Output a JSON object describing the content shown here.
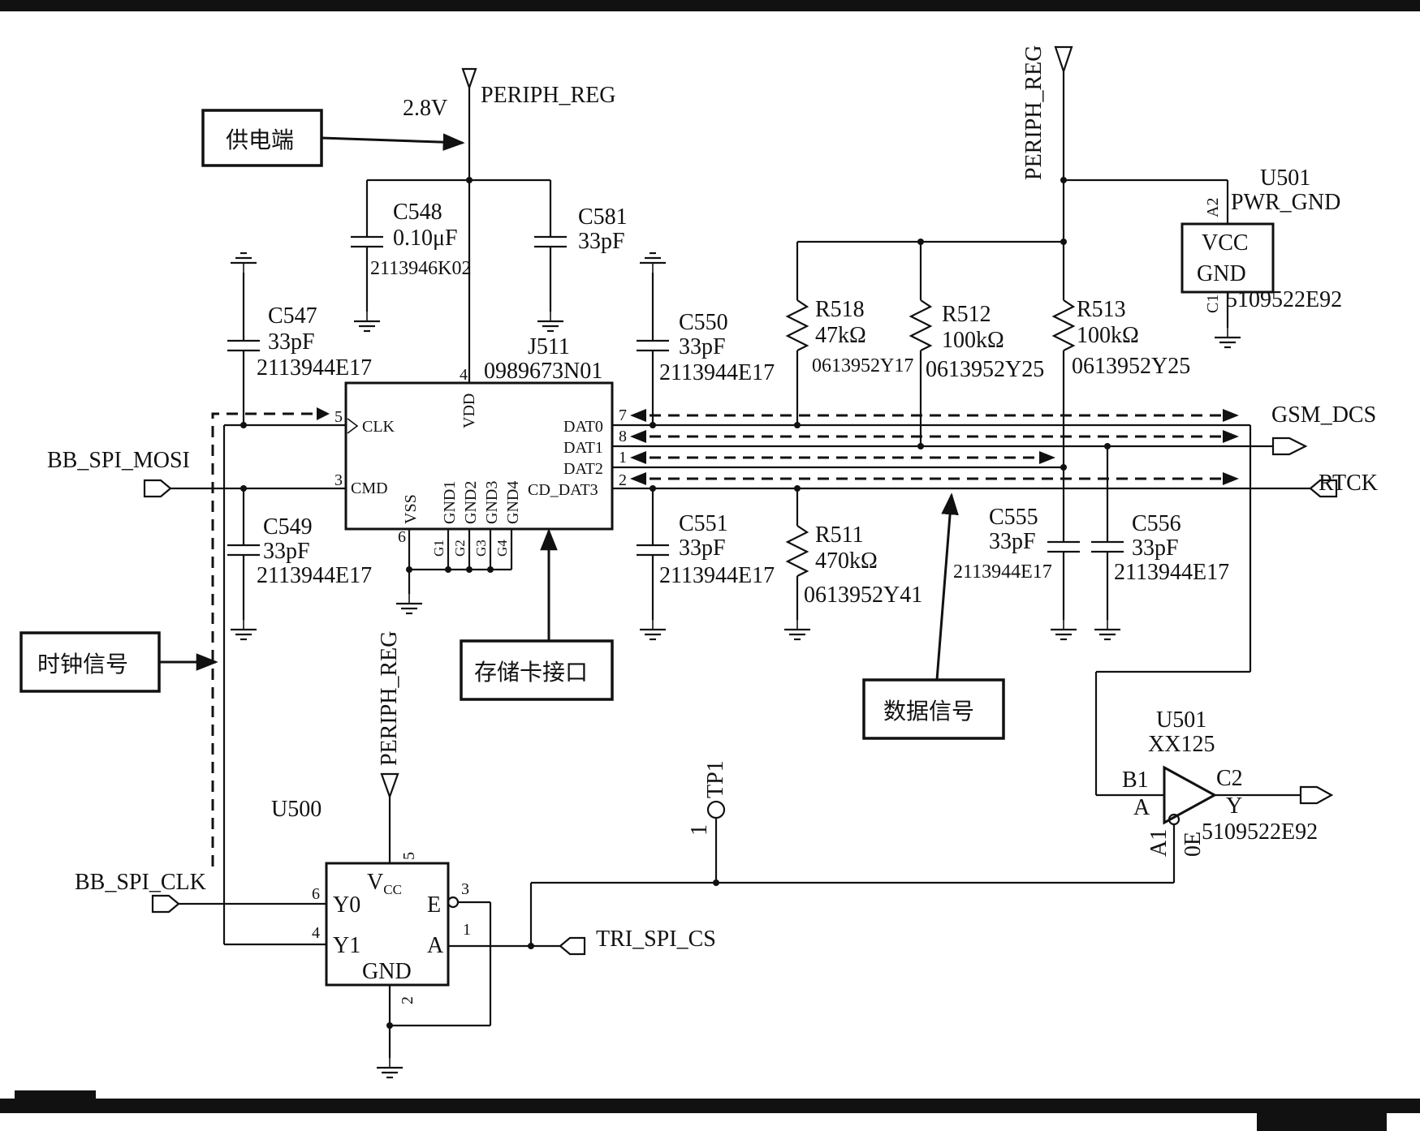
{
  "annotations": {
    "power": "供电端",
    "clock": "时钟信号",
    "card": "存储卡接口",
    "data": "数据信号"
  },
  "rails": {
    "periph_reg": "PERIPH_REG",
    "v28": "2.8V"
  },
  "j511": {
    "ref": "J511",
    "part": "0989673N01",
    "pins": {
      "clk": "CLK",
      "cmd": "CMD",
      "vdd": "VDD",
      "vss": "VSS",
      "gnd1": "GND1",
      "gnd2": "GND2",
      "gnd3": "GND3",
      "gnd4": "GND4",
      "dat0": "DAT0",
      "dat1": "DAT1",
      "dat2": "DAT2",
      "cd_dat3": "CD_DAT3",
      "g1": "G1",
      "g2": "G2",
      "g3": "G3",
      "g4": "G4"
    },
    "pin_numbers": {
      "clk": "5",
      "cmd": "3",
      "vdd": "4",
      "vss": "6",
      "dat0": "7",
      "dat1": "8",
      "dat2": "1",
      "cd_dat3": "2"
    }
  },
  "caps": {
    "c548": {
      "ref": "C548",
      "value": "0.10μF",
      "part": "2113946K02"
    },
    "c581": {
      "ref": "C581",
      "value": "33pF"
    },
    "c547": {
      "ref": "C547",
      "value": "33pF",
      "part": "2113944E17"
    },
    "c549": {
      "ref": "C549",
      "value": "33pF",
      "part": "2113944E17"
    },
    "c550": {
      "ref": "C550",
      "value": "33pF",
      "part": "2113944E17"
    },
    "c551": {
      "ref": "C551",
      "value": "33pF",
      "part": "2113944E17"
    },
    "c555": {
      "ref": "C555",
      "value": "33pF",
      "part": "2113944E17"
    },
    "c556": {
      "ref": "C556",
      "value": "33pF",
      "part": "2113944E17"
    }
  },
  "resistors": {
    "r518": {
      "ref": "R518",
      "value": "47kΩ",
      "part": "0613952Y17"
    },
    "r512": {
      "ref": "R512",
      "value": "100kΩ",
      "part": "0613952Y25"
    },
    "r513": {
      "ref": "R513",
      "value": "100kΩ",
      "part": "0613952Y25"
    },
    "r511": {
      "ref": "R511",
      "value": "470kΩ",
      "part": "0613952Y41"
    }
  },
  "u501_top": {
    "ref": "U501",
    "net": "PWR_GND",
    "vcc": "VCC",
    "gnd": "GND",
    "pin_a2": "A2",
    "pin_c1": "C1",
    "part": "5109522E92"
  },
  "u501_buf": {
    "ref": "U501",
    "type": "XX125",
    "b1": "B1",
    "a": "A",
    "c2": "C2",
    "y": "Y",
    "a1": "A1",
    "oe": "0E",
    "part": "5109522E92"
  },
  "u500": {
    "ref": "U500",
    "vcc": "V",
    "vcc_sub": "CC",
    "gnd": "GND",
    "y0": "Y0",
    "y1": "Y1",
    "e": "E",
    "a": "A",
    "pin_vcc": "5",
    "pin_gnd": "2",
    "pin_y0": "6",
    "pin_y1": "4",
    "pin_e": "3",
    "pin_a": "1"
  },
  "tp1": {
    "ref": "TP1",
    "pin": "1"
  },
  "nets": {
    "bb_spi_mosi": "BB_SPI_MOSI",
    "bb_spi_clk": "BB_SPI_CLK",
    "gsm_dcs": "GSM_DCS",
    "rtck": "RTCK",
    "tri_spi_cs": "TRI_SPI_CS"
  }
}
